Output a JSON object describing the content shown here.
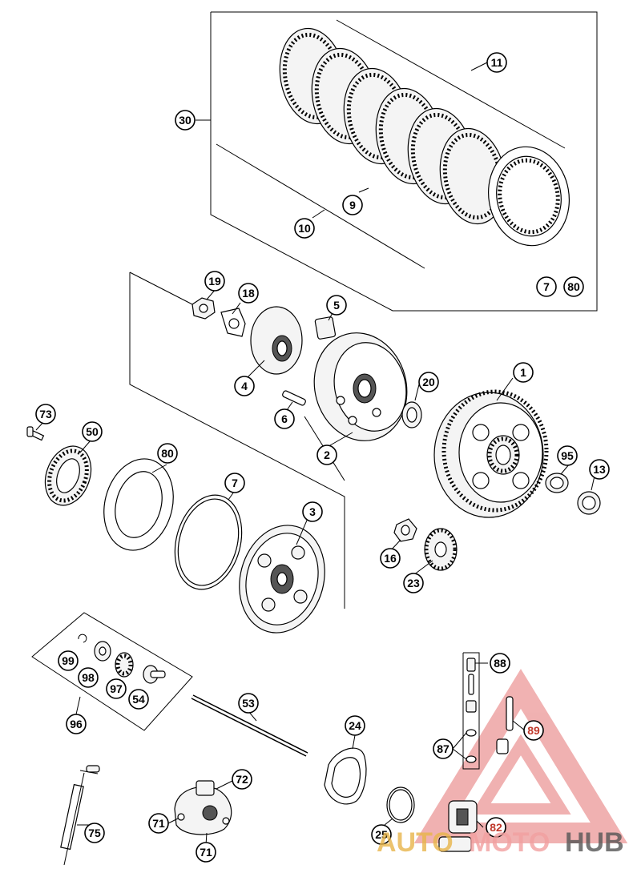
{
  "callouts": {
    "c1": "1",
    "c2": "2",
    "c3": "3",
    "c4": "4",
    "c5": "5",
    "c6": "6",
    "c7a": "7",
    "c7b": "7",
    "c9": "9",
    "c10": "10",
    "c11": "11",
    "c13": "13",
    "c16": "16",
    "c18": "18",
    "c19": "19",
    "c20": "20",
    "c23": "23",
    "c24": "24",
    "c25": "25",
    "c30": "30",
    "c50": "50",
    "c53": "53",
    "c54": "54",
    "c71a": "71",
    "c71b": "71",
    "c72": "72",
    "c73": "73",
    "c75": "75",
    "c80a": "80",
    "c80b": "80",
    "c82": "82",
    "c87": "87",
    "c88": "88",
    "c89": "89",
    "c95": "95",
    "c96": "96",
    "c97": "97",
    "c98": "98",
    "c99": "99"
  },
  "watermark": {
    "part1": "AUTO",
    "part2": "MOTO",
    "part3": "HUB",
    "color_main": "#e8b54a",
    "color_accent": "#f2a0a0",
    "color_hub": "#555555"
  }
}
